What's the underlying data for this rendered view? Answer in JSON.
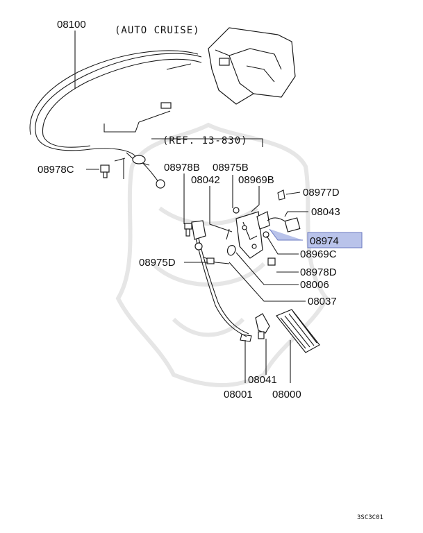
{
  "diagram": {
    "note_auto_cruise": "(AUTO CRUISE)",
    "note_ref": "(REF. 13-830)",
    "image_code": "3SC3C01",
    "highlight_color": "#b9c3ea",
    "labels": {
      "p08100": "08100",
      "p08978C": "08978C",
      "p08978B": "08978B",
      "p08975B": "08975B",
      "p08042": "08042",
      "p08969B": "08969B",
      "p08977D": "08977D",
      "p08043": "08043",
      "p08974": "08974",
      "p08969C": "08969C",
      "p08975D": "08975D",
      "p08978D": "08978D",
      "p08006": "08006",
      "p08037": "08037",
      "p08041": "08041",
      "p08001": "08001",
      "p08000": "08000"
    }
  }
}
